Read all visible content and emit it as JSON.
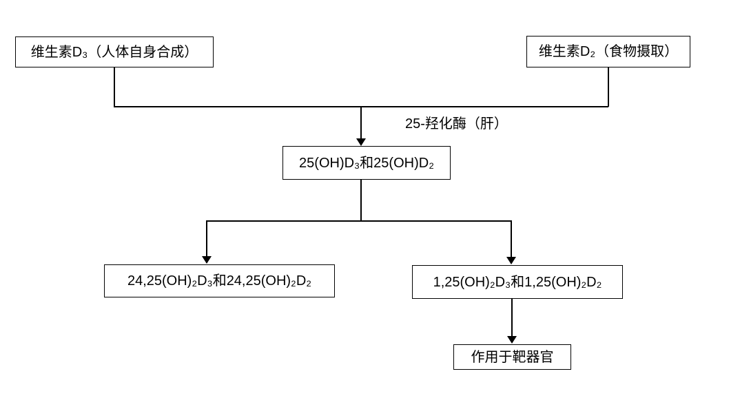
{
  "diagram": {
    "type": "flowchart",
    "background_color": "#ffffff",
    "line_color": "#000000",
    "text_color": "#000000",
    "nodes": {
      "vitamin_d3": {
        "label": "维生素D₃（人体自身合成）"
      },
      "vitamin_d2": {
        "label": "维生素D₂（食物摄取）"
      },
      "hydroxylated_25": {
        "label": "25(OH)D₃和25(OH)D₂"
      },
      "metabolite_24_25": {
        "label": "24,25(OH)₂D₃和24,25(OH)₂D₂"
      },
      "metabolite_1_25": {
        "label": "1,25(OH)₂D₃和1,25(OH)₂D₂"
      },
      "target_organ": {
        "label": "作用于靶器官"
      }
    },
    "labels": {
      "enzyme": "25-羟化酶（肝）"
    }
  }
}
